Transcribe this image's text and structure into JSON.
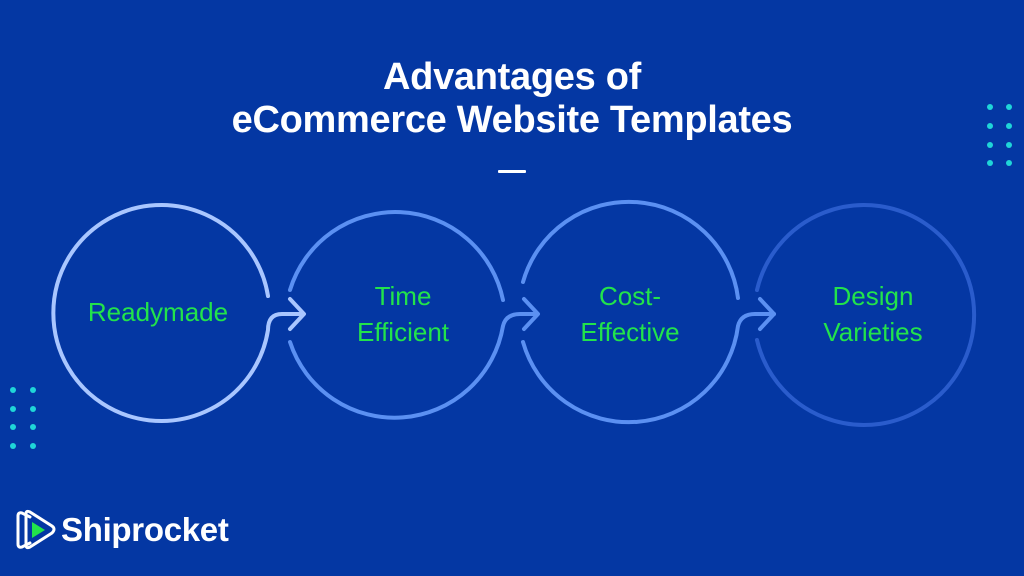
{
  "title": {
    "line1": "Advantages of",
    "line2": "eCommerce Website Templates"
  },
  "steps": [
    {
      "label_line1": "Readymade",
      "label_line2": "",
      "stroke": "#a9c6ff"
    },
    {
      "label_line1": "Time",
      "label_line2": "Efficient",
      "stroke": "#5b90f2"
    },
    {
      "label_line1": "Cost-",
      "label_line2": "Effective",
      "stroke": "#5b90f2"
    },
    {
      "label_line1": "Design",
      "label_line2": "Varieties",
      "stroke": "#2a5ccc"
    }
  ],
  "colors": {
    "background": "#0437a3",
    "label_text": "#22e34b",
    "dots": "#1fd5d8",
    "title": "#ffffff"
  },
  "brand": {
    "name": "Shiprocket",
    "logo_icon": "play-triangle-icon"
  }
}
